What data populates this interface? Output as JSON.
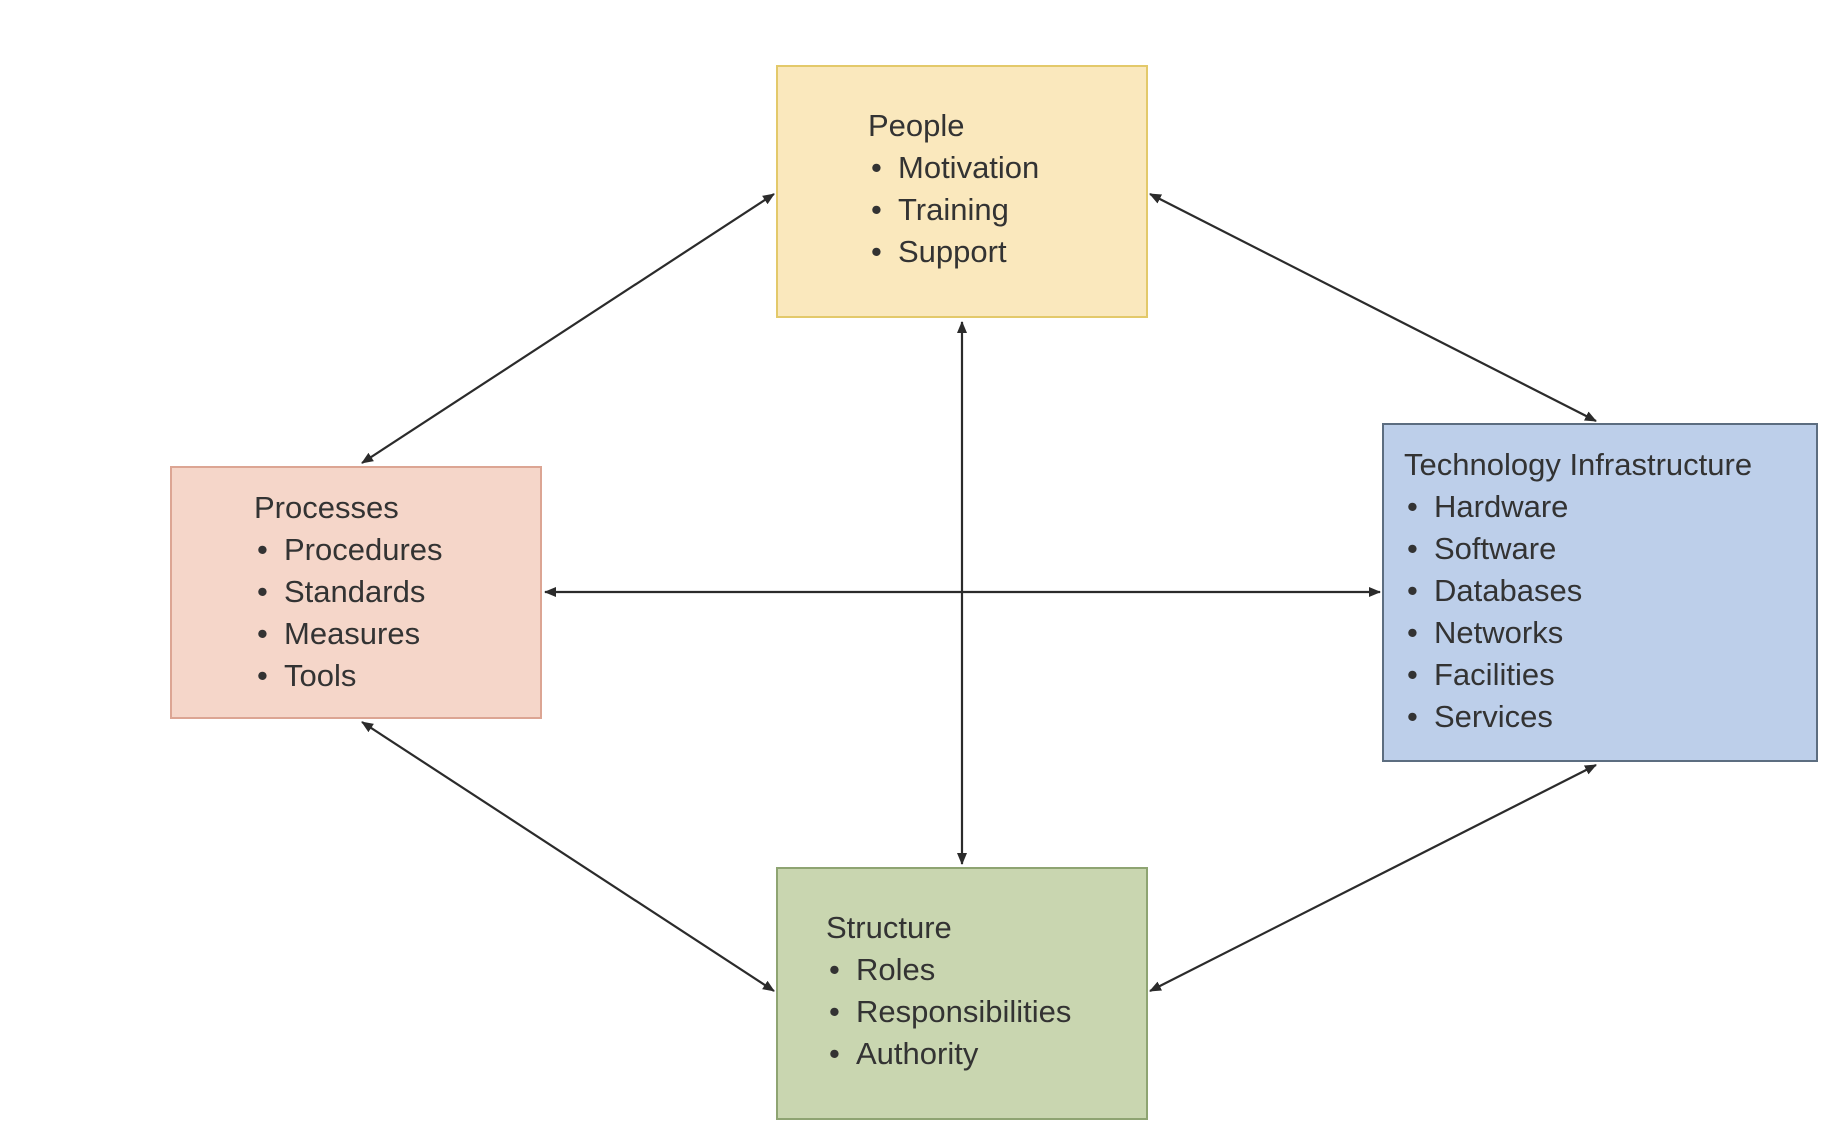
{
  "colors": {
    "people_fill": "#fae8bd",
    "people_border": "#e3c96a",
    "processes_fill": "#f5d6c9",
    "processes_border": "#dca593",
    "technology_fill": "#bdcfea",
    "technology_border": "#5c6d80",
    "structure_fill": "#c9d6b0",
    "structure_border": "#8ea472",
    "arrow": "#2b2b2b"
  },
  "boxes": {
    "people": {
      "title": "People",
      "items": [
        "Motivation",
        "Training",
        "Support"
      ]
    },
    "processes": {
      "title": "Processes",
      "items": [
        "Procedures",
        "Standards",
        "Measures",
        "Tools"
      ]
    },
    "technology": {
      "title": "Technology Infrastructure",
      "items": [
        "Hardware",
        "Software",
        "Databases",
        "Networks",
        "Facilities",
        "Services"
      ]
    },
    "structure": {
      "title": "Structure",
      "items": [
        "Roles",
        "Responsibilities",
        "Authority"
      ]
    }
  },
  "bullet_char": "•",
  "connections": [
    {
      "from": "people",
      "to": "processes",
      "direction": "bidirectional"
    },
    {
      "from": "people",
      "to": "technology",
      "direction": "bidirectional"
    },
    {
      "from": "people",
      "to": "structure",
      "direction": "bidirectional"
    },
    {
      "from": "processes",
      "to": "technology",
      "direction": "bidirectional"
    },
    {
      "from": "processes",
      "to": "structure",
      "direction": "bidirectional"
    },
    {
      "from": "technology",
      "to": "structure",
      "direction": "bidirectional"
    }
  ]
}
